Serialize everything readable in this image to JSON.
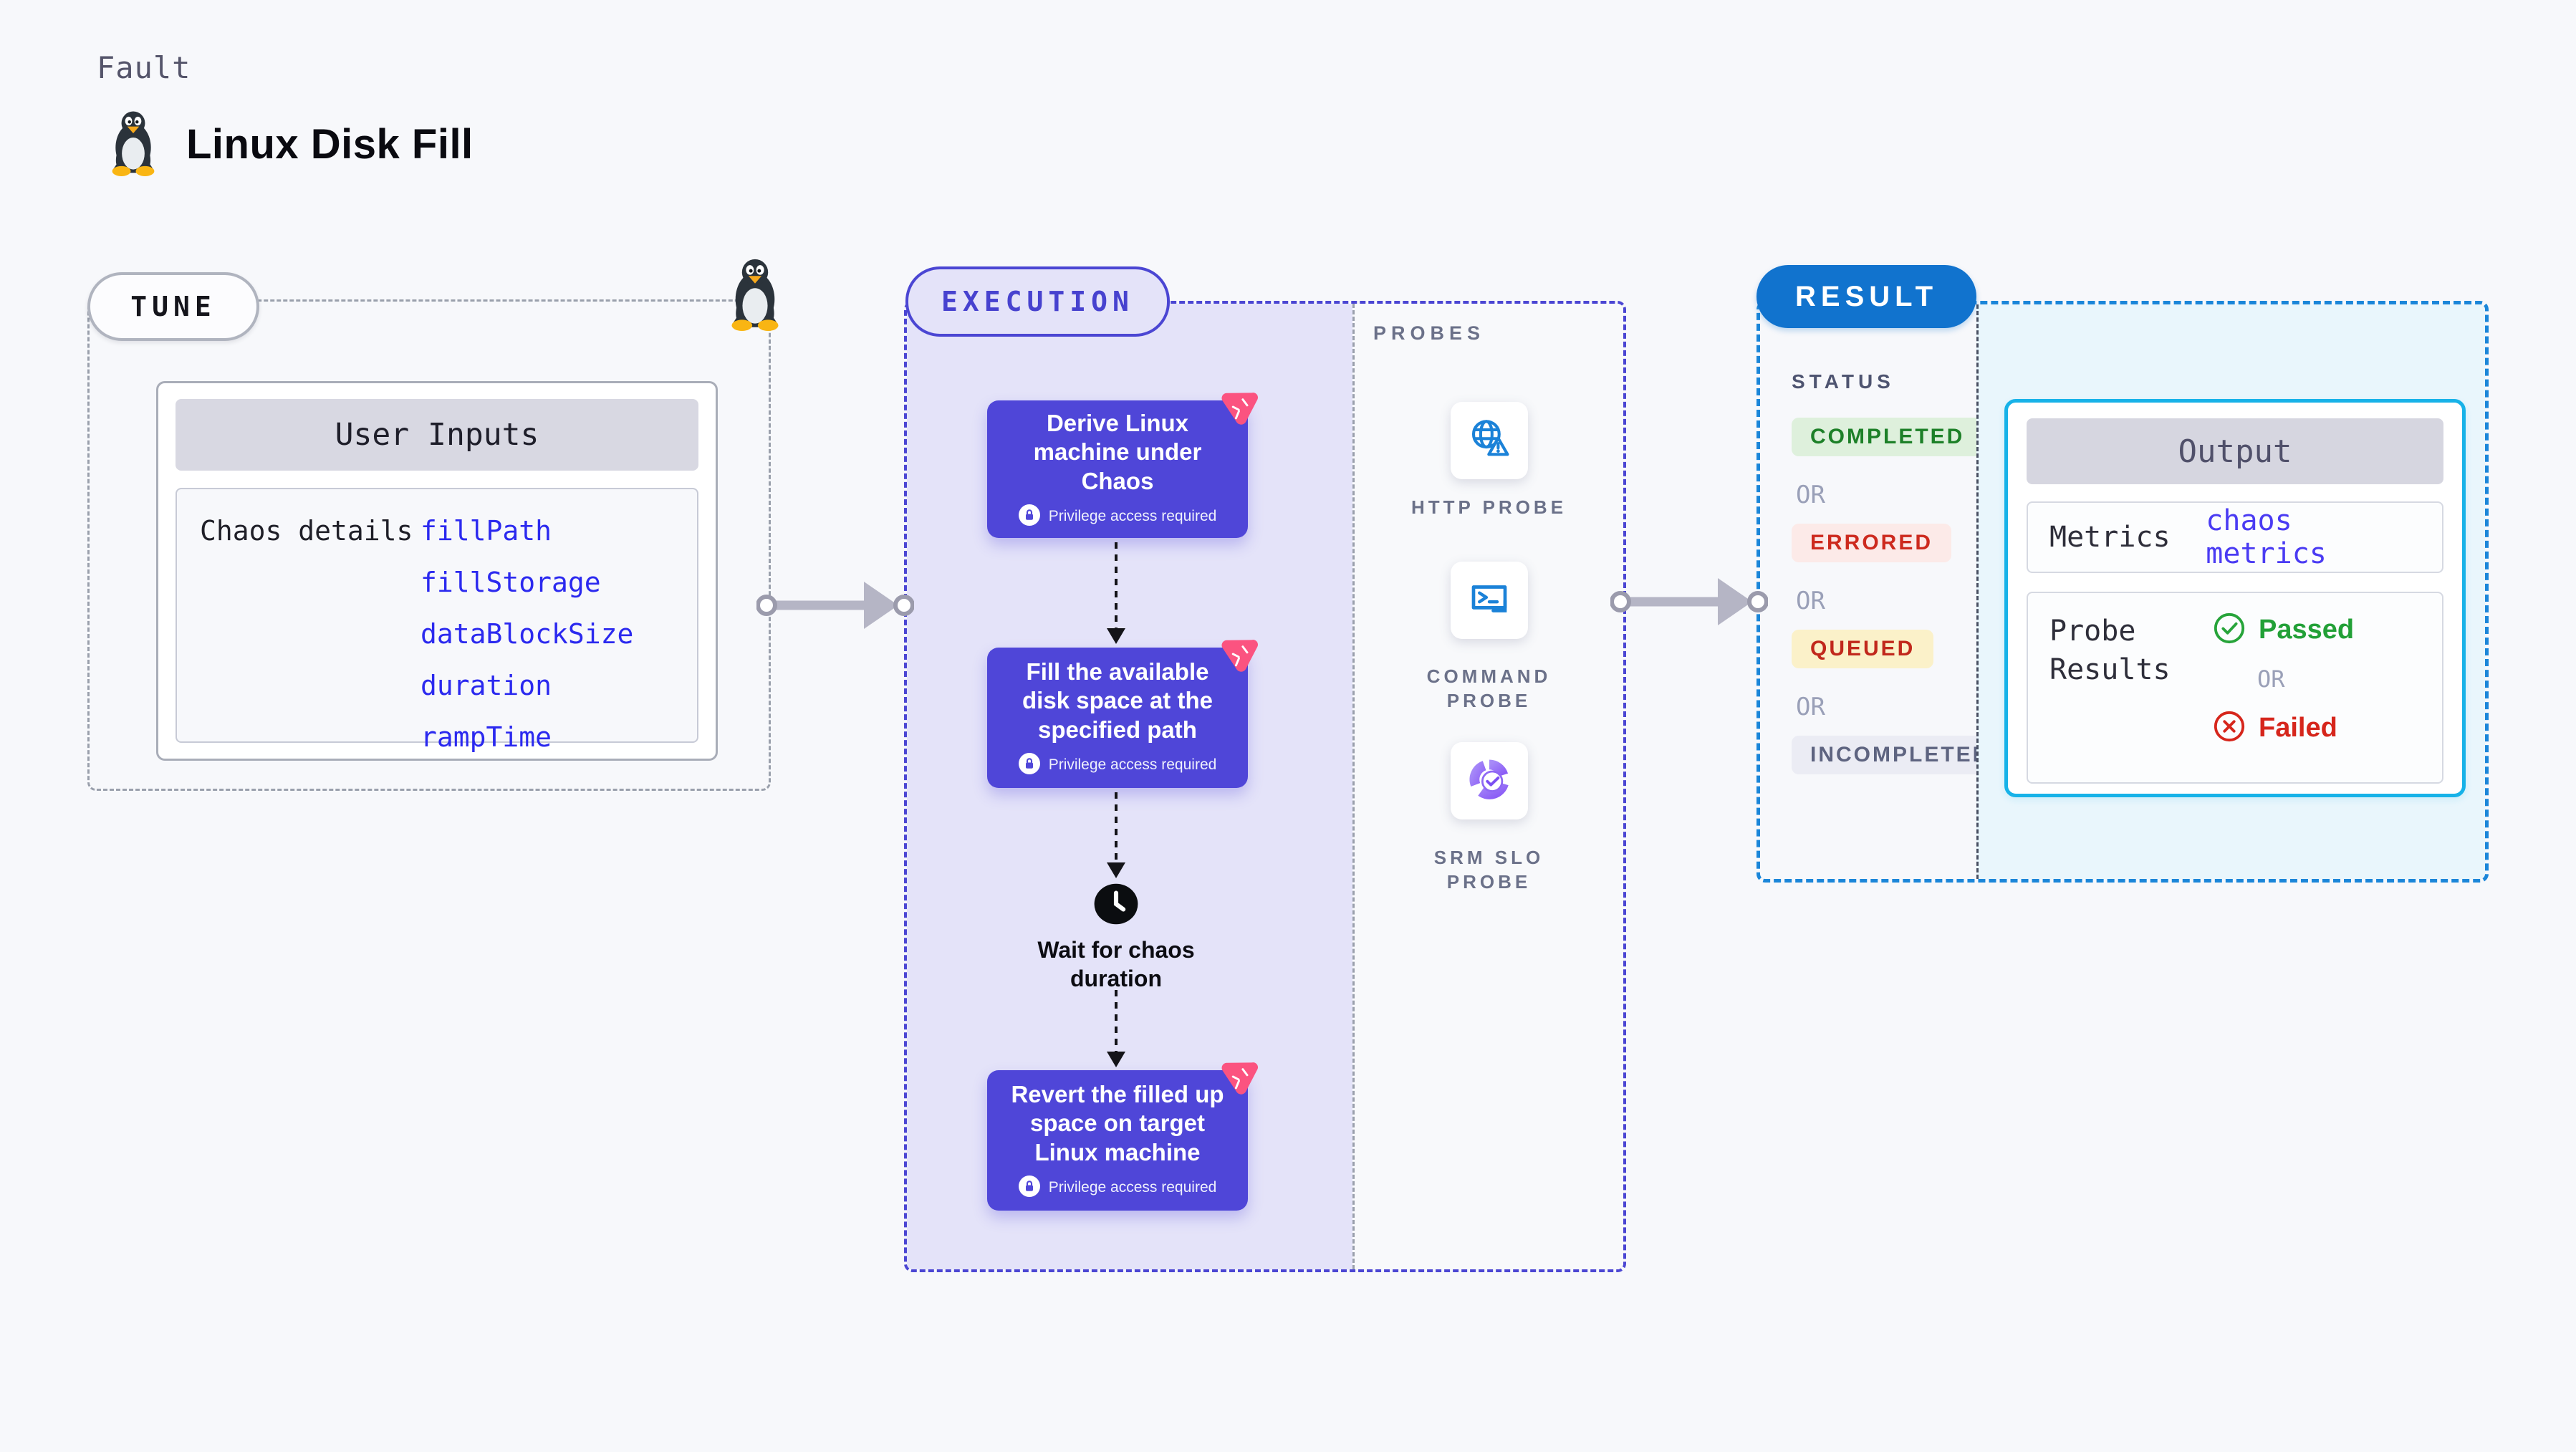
{
  "page": {
    "kicker": "Fault",
    "title": "Linux Disk Fill"
  },
  "tune": {
    "badge": "TUNE",
    "panel_title": "User Inputs",
    "row_label": "Chaos details",
    "params": [
      "fillPath",
      "fillStorage",
      "dataBlockSize",
      "duration",
      "rampTime"
    ]
  },
  "execution": {
    "badge": "EXECUTION",
    "steps": [
      {
        "title": "Derive Linux machine under Chaos",
        "note": "Privilege access required"
      },
      {
        "title": "Fill the available disk space at the specified path",
        "note": "Privilege access required"
      },
      {
        "title": "Revert the filled up space on target Linux machine",
        "note": "Privilege access required"
      }
    ],
    "wait_label": "Wait for chaos duration"
  },
  "probes": {
    "heading": "PROBES",
    "items": [
      {
        "label": "HTTP PROBE",
        "icon": "globe-alert-icon"
      },
      {
        "label": "COMMAND PROBE",
        "icon": "terminal-icon"
      },
      {
        "label": "SRM SLO PROBE",
        "icon": "slo-donut-check-icon"
      }
    ]
  },
  "result": {
    "badge": "RESULT",
    "status_heading": "STATUS",
    "or_label": "OR",
    "statuses": [
      {
        "label": "COMPLETED",
        "color": "#1d8028"
      },
      {
        "label": "ERRORED",
        "color": "#cd2a1e"
      },
      {
        "label": "QUEUED",
        "color": "#c1281c"
      },
      {
        "label": "INCOMPLETED",
        "color": "#5e6480"
      }
    ],
    "output": {
      "title": "Output",
      "metrics_label": "Metrics",
      "metrics_link": "chaos metrics",
      "probe_results_label": "Probe Results",
      "passed_label": "Passed",
      "or_label": "OR",
      "failed_label": "Failed"
    }
  },
  "icons": [
    "tux-penguin-icon",
    "litmus-chaos-icon",
    "lock-icon",
    "clock-icon",
    "globe-alert-icon",
    "terminal-icon",
    "slo-donut-check-icon",
    "check-circle-icon",
    "x-circle-icon",
    "arrow-right-icon"
  ],
  "colors": {
    "page_bg": "#f7f8fb",
    "indigo": "#4b46d3",
    "card_purple": "#4f46d8",
    "lavender": "#e4e3f9",
    "result_blue": "#1173ce",
    "cyan_border": "#17b2e8",
    "cyan_bg": "#e9f6fc",
    "pink": "#fb5380",
    "link_blue": "#2b29ef",
    "green": "#1d8028",
    "red": "#cd2a1e",
    "or_gray": "#9aa0b8",
    "probe_blue": "#1b82d8"
  }
}
